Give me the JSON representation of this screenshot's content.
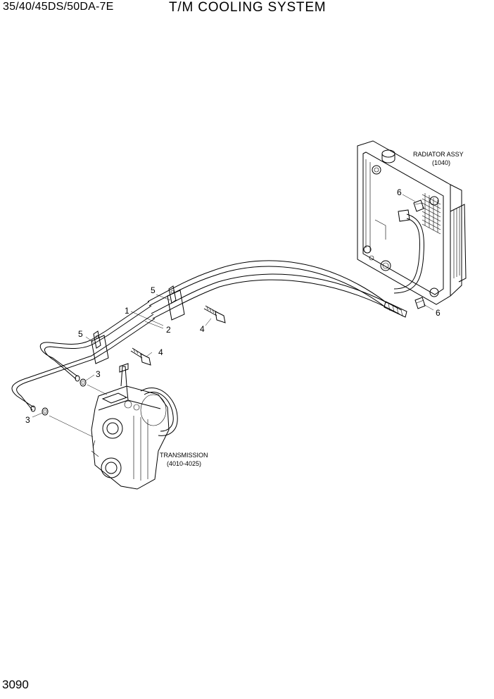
{
  "header": {
    "model": "35/40/45DS/50DA-7E",
    "title": "T/M COOLING SYSTEM"
  },
  "labels": {
    "radiator_name": "RADIATOR ASSY",
    "radiator_ref": "(1040)",
    "transmission_name": "TRANSMISSION",
    "transmission_ref": "(4010-4025)"
  },
  "callouts": {
    "c1": "1",
    "c2": "2",
    "c3a": "3",
    "c3b": "3",
    "c4a": "4",
    "c4b": "4",
    "c5a": "5",
    "c5b": "5",
    "c6a": "6",
    "c6b": "6"
  },
  "footer": {
    "page_number": "3090"
  }
}
